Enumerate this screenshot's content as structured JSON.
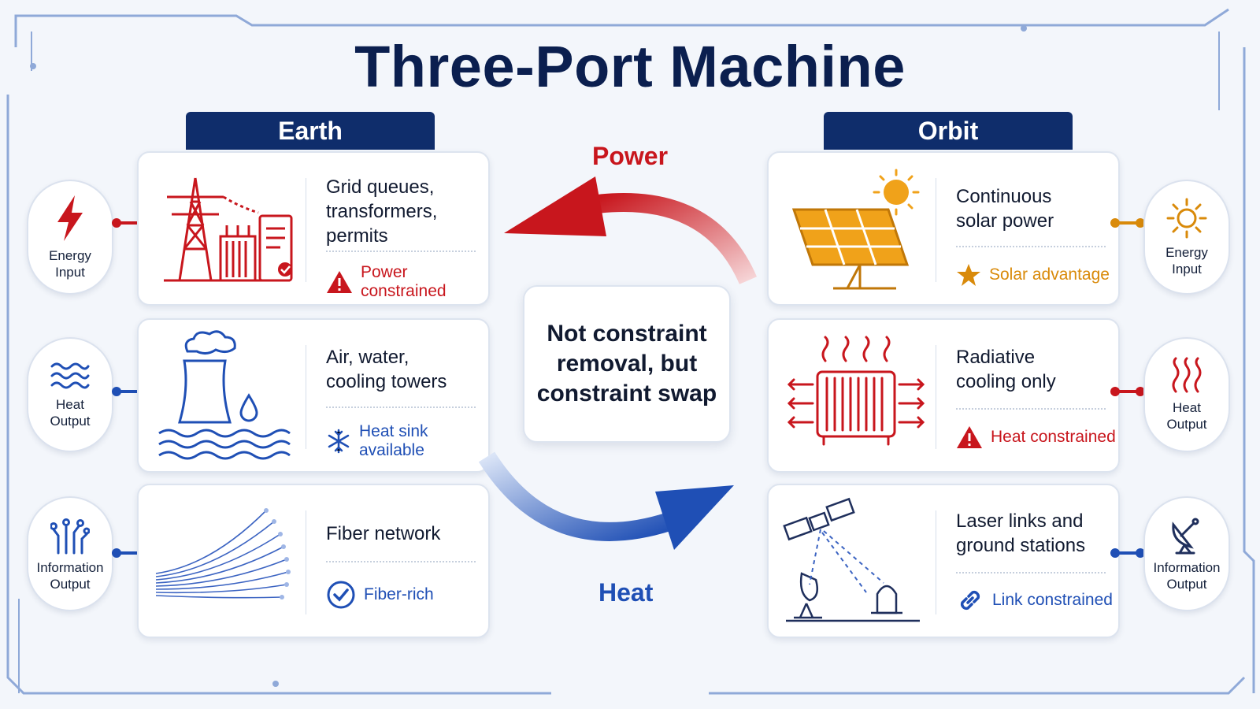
{
  "title": "Three-Port Machine",
  "columns": {
    "left": "Earth",
    "right": "Orbit"
  },
  "center": {
    "statement": "Not constraint removal, but constraint swap",
    "top_flow_label": "Power",
    "bottom_flow_label": "Heat"
  },
  "earth": {
    "ports": [
      {
        "label_line1": "Energy",
        "label_line2": "Input",
        "icon": "lightning-icon"
      },
      {
        "label_line1": "Heat",
        "label_line2": "Output",
        "icon": "heat-waves-icon"
      },
      {
        "label_line1": "Information",
        "label_line2": "Output",
        "icon": "circuit-icon"
      }
    ],
    "cards": [
      {
        "line1": "Grid queues,",
        "line2": "transformers,",
        "line3": "permits",
        "status": "Power constrained",
        "status_icon": "warning-icon"
      },
      {
        "line1": "Air, water,",
        "line2": "cooling towers",
        "status": "Heat sink available",
        "status_icon": "snowflake-icon"
      },
      {
        "line1": "Fiber network",
        "status": "Fiber-rich",
        "status_icon": "check-circle-icon"
      }
    ]
  },
  "orbit": {
    "ports": [
      {
        "label_line1": "Energy",
        "label_line2": "Input",
        "icon": "sun-icon"
      },
      {
        "label_line1": "Heat",
        "label_line2": "Output",
        "icon": "heat-waves-icon"
      },
      {
        "label_line1": "Information",
        "label_line2": "Output",
        "icon": "satellite-dish-icon"
      }
    ],
    "cards": [
      {
        "line1": "Continuous",
        "line2": "solar power",
        "status": "Solar advantage",
        "status_icon": "star-icon"
      },
      {
        "line1": "Radiative",
        "line2": "cooling only",
        "status": "Heat constrained",
        "status_icon": "warning-icon"
      },
      {
        "line1": "Laser links and",
        "line2": "ground stations",
        "status": "Link constrained",
        "status_icon": "link-icon"
      }
    ]
  },
  "colors": {
    "navy": "#0f2d6b",
    "red": "#c8161d",
    "blue": "#1f4fb5",
    "orange": "#d98a0a"
  }
}
